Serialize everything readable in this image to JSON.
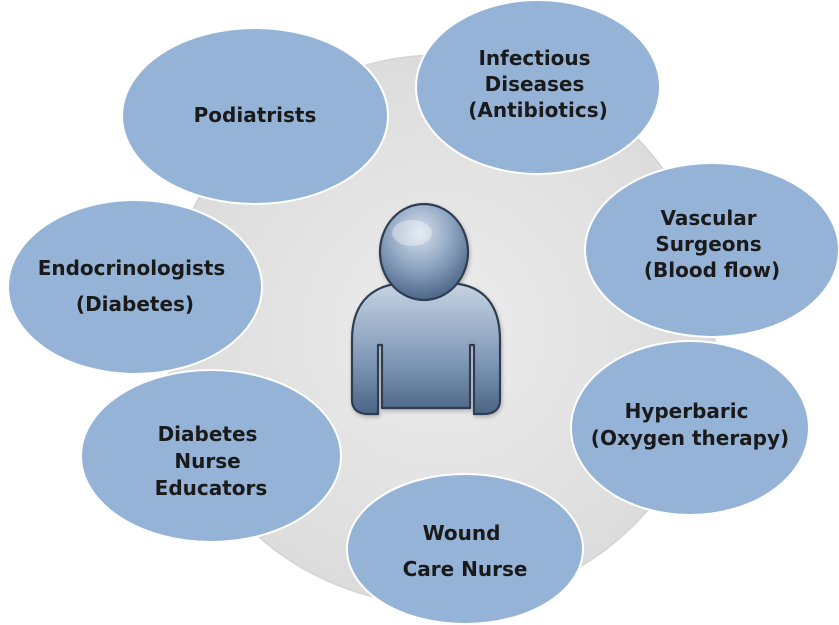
{
  "diagram": {
    "colors": {
      "background_disc_fill": "#e6e6e6",
      "background_disc_stroke": "#d0d0d0",
      "bubble_fill": "#95b3d7",
      "bubble_edge": "#ffffff",
      "person_fill_light": "#b9c8da",
      "person_fill_dark": "#536c8d",
      "person_outline": "#2f3e52",
      "text": "#1a1a1a"
    },
    "center": {
      "icon": "person-icon"
    },
    "specialists": [
      {
        "id": "podiatrists",
        "lines": [
          "Podiatrists"
        ]
      },
      {
        "id": "infectious-diseases",
        "lines": [
          "Infectious",
          "Diseases",
          "(Antibiotics)"
        ]
      },
      {
        "id": "endocrinologists",
        "lines": [
          "Endocrinologists",
          "(Diabetes)"
        ]
      },
      {
        "id": "vascular-surgeons",
        "lines": [
          "Vascular",
          "Surgeons",
          "(Blood flow)"
        ]
      },
      {
        "id": "hyperbaric",
        "lines": [
          "Hyperbaric",
          "(Oxygen therapy)"
        ]
      },
      {
        "id": "diabetes-nurse-educators",
        "lines": [
          "Diabetes",
          "Nurse",
          "Educators"
        ]
      },
      {
        "id": "wound-care-nurse",
        "lines": [
          "Wound",
          "Care Nurse"
        ]
      }
    ]
  }
}
